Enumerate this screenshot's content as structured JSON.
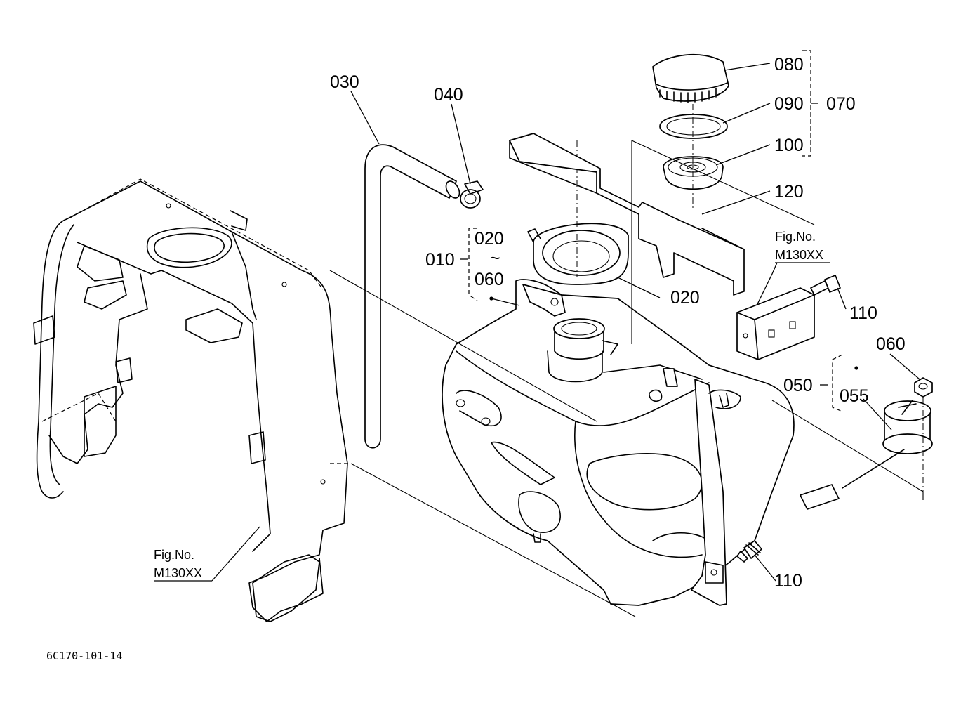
{
  "callouts": [
    {
      "id": "030",
      "text": "030"
    },
    {
      "id": "040",
      "text": "040"
    },
    {
      "id": "080",
      "text": "080"
    },
    {
      "id": "090",
      "text": "090"
    },
    {
      "id": "070",
      "text": "070"
    },
    {
      "id": "100",
      "text": "100"
    },
    {
      "id": "120",
      "text": "120"
    },
    {
      "id": "010",
      "text": "010"
    },
    {
      "id": "020a",
      "text": "020"
    },
    {
      "id": "tilde",
      "text": "~"
    },
    {
      "id": "060a",
      "text": "060"
    },
    {
      "id": "020b",
      "text": "020"
    },
    {
      "id": "110a",
      "text": "110"
    },
    {
      "id": "060b",
      "text": "060"
    },
    {
      "id": "050",
      "text": "050"
    },
    {
      "id": "055",
      "text": "055"
    },
    {
      "id": "110b",
      "text": "110"
    }
  ],
  "figure_refs": [
    {
      "line1": "Fig.No.",
      "line2": "M130XX"
    },
    {
      "line1": "Fig.No.",
      "line2": "M130XX"
    }
  ],
  "drawing_code": "6C170-101-14"
}
